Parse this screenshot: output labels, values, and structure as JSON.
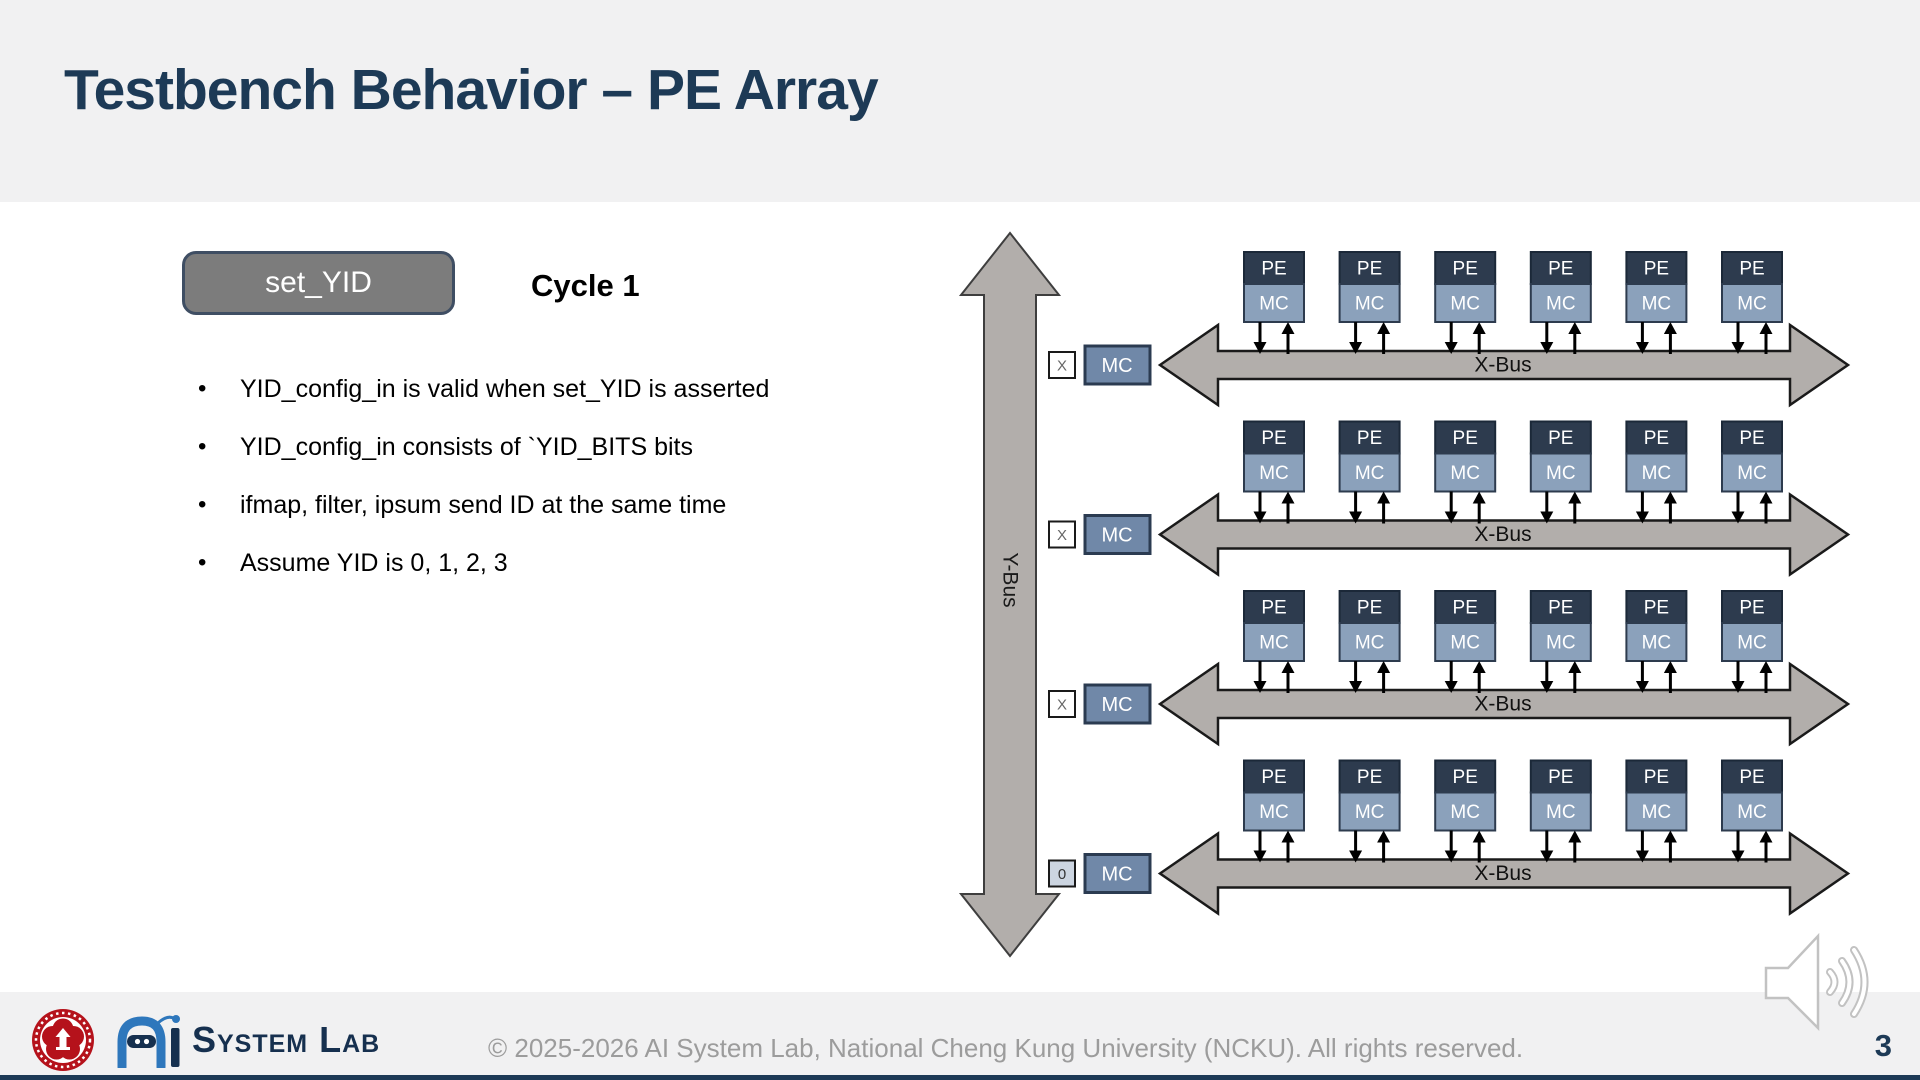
{
  "slide": {
    "title": "Testbench Behavior – PE Array",
    "page_number": "3"
  },
  "content": {
    "signal_button_label": "set_YID",
    "cycle_label": "Cycle 1",
    "bullets": [
      "YID_config_in is valid when set_YID is asserted",
      "YID_config_in consists of `YID_BITS bits",
      "ifmap, filter, ipsum send ID at the same time",
      "Assume YID is 0, 1, 2, 3"
    ]
  },
  "diagram": {
    "y_bus_label": "Y-Bus",
    "x_bus_label": "X-Bus",
    "pe_label": "PE",
    "mc_label": "MC",
    "bus_mc_label": "MC",
    "columns_per_row": 6,
    "rows": [
      {
        "id_label": "X",
        "id_filled": false
      },
      {
        "id_label": "X",
        "id_filled": false
      },
      {
        "id_label": "X",
        "id_filled": false
      },
      {
        "id_label": "0",
        "id_filled": true
      }
    ],
    "colors": {
      "bus_fill": "#b2aeab",
      "y_bus_stroke": "#3e3e3e",
      "x_bus_stroke": "#1a1a1a",
      "pe_fill": "#2d3b4e",
      "pe_border": "#1b2838",
      "mc_fill": "#8ba1bb",
      "row_mc_fill": "#7088a8",
      "row_mc_border": "#2b3b51",
      "id_box_fill_empty": "#ffffff",
      "id_box_fill_assigned": "#ccd5e1",
      "arrow_black": "#000000"
    }
  },
  "footer": {
    "brand_ai": "AI",
    "brand_rest": "System Lab",
    "copyright": "© 2025-2026 AI System Lab, National Cheng Kung University (NCKU). All rights reserved.",
    "icons": {
      "seal": "ncku-university-seal",
      "robot": "ai-robot-logo",
      "speaker": "speaker-with-sound-waves"
    }
  },
  "theme": {
    "title_navy": "#1d3a56",
    "band_gray": "#f1f1f2",
    "button_gray": "#7c7c7c",
    "button_border": "#3f4e63",
    "seal_red": "#b5121b",
    "logo_blue": "#2e77bc",
    "logo_navy": "#16304f",
    "copyright_gray": "#9c9c9c"
  }
}
